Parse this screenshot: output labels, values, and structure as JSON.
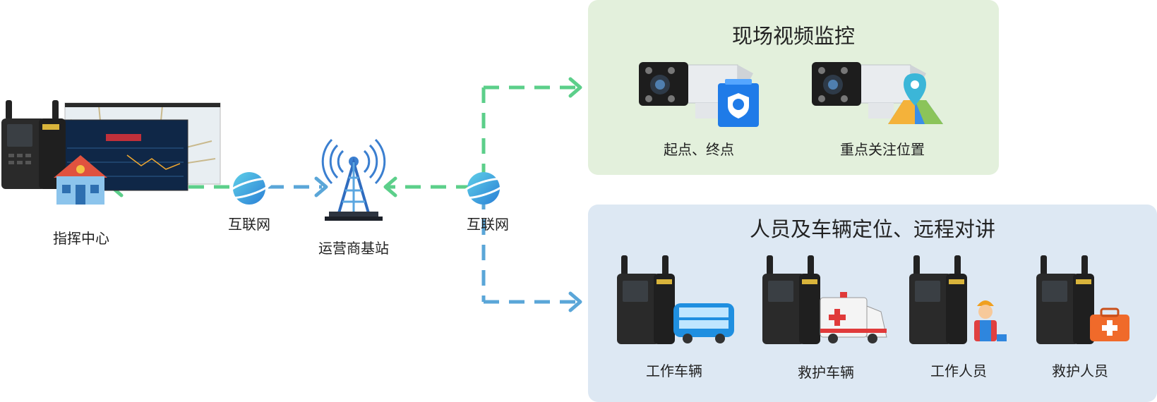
{
  "nodes": {
    "command_center": "指挥中心",
    "internet_left": "互联网",
    "base_station": "运营商基站",
    "internet_right": "互联网"
  },
  "video_panel": {
    "title": "现场视频监控",
    "items": [
      "起点、终点",
      "重点关注位置"
    ]
  },
  "location_panel": {
    "title": "人员及车辆定位、远程对讲",
    "items": [
      "工作车辆",
      "救护车辆",
      "工作人员",
      "救护人员"
    ]
  },
  "colors": {
    "green_panel": "#e3f0dc",
    "blue_panel": "#dde8f3",
    "green_arrow": "#5ccf8a",
    "blue_arrow": "#5aa6d8"
  }
}
